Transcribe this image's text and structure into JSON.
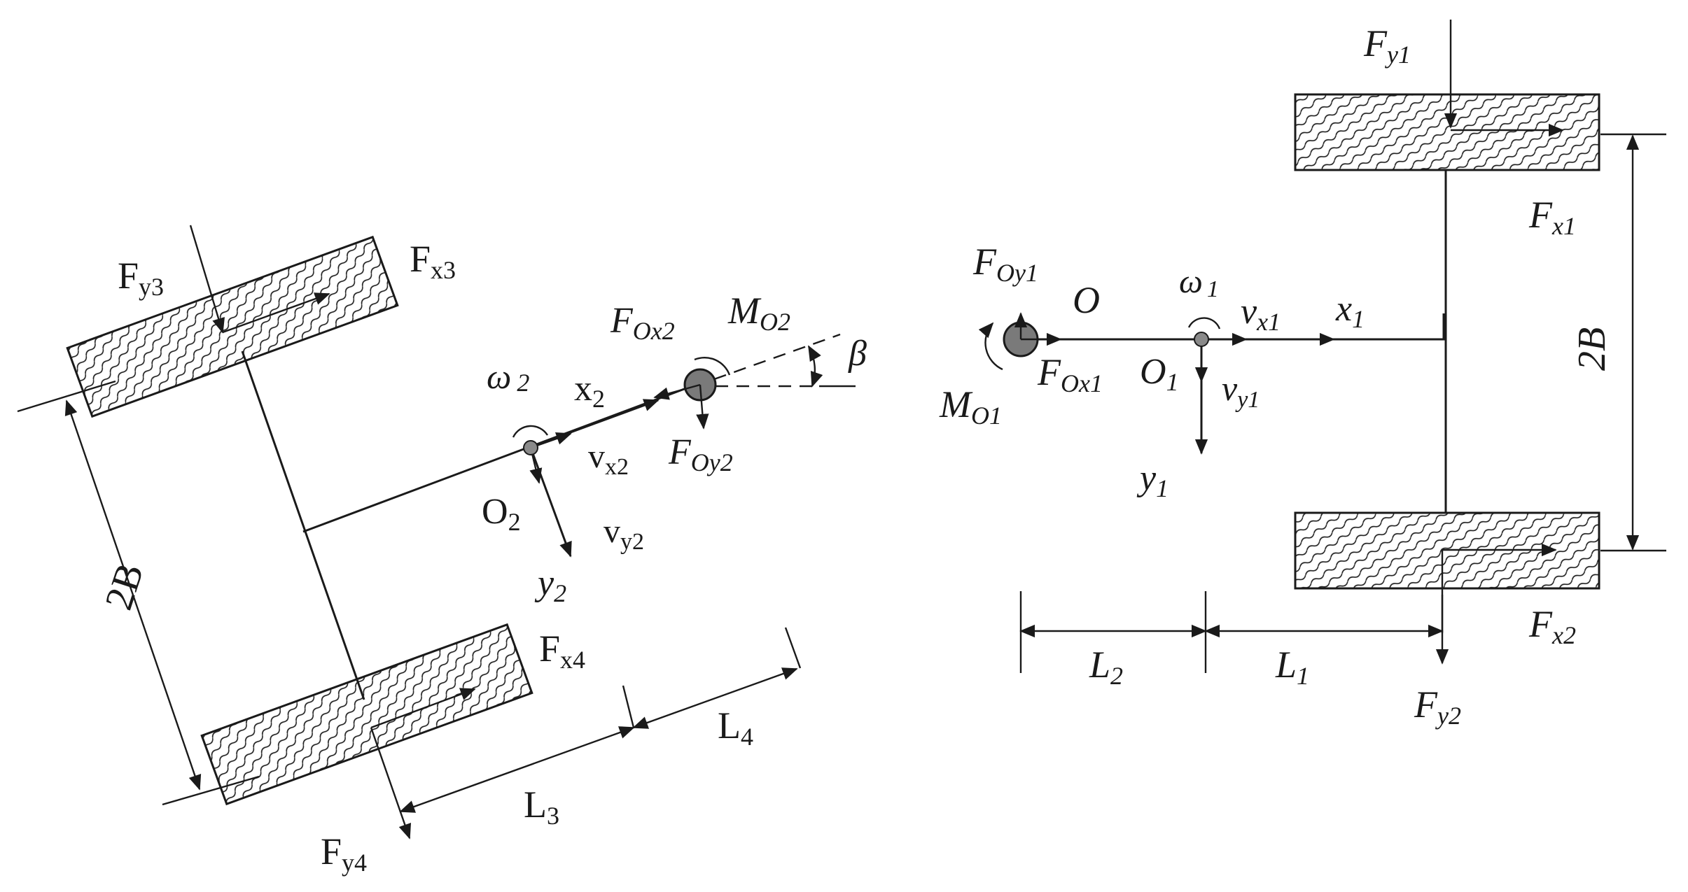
{
  "left": {
    "Fy3": {
      "main": "F",
      "sub": "y3"
    },
    "Fx3": {
      "main": "F",
      "sub": "x3"
    },
    "Fx4": {
      "main": "F",
      "sub": "x4"
    },
    "Fy4": {
      "main": "F",
      "sub": "y4"
    },
    "FOx2": {
      "main": "F",
      "sub": "Ox2"
    },
    "MO2": {
      "main": "M",
      "sub": "O2"
    },
    "beta": "β",
    "omega2": {
      "main": "ω",
      "sub": "2"
    },
    "x2": {
      "main": "x",
      "sub": "2"
    },
    "vx2": {
      "main": "v",
      "sub": "x2"
    },
    "FOy2": {
      "main": "F",
      "sub": "Oy2"
    },
    "O2": {
      "main": "O",
      "sub": "2"
    },
    "vy2": {
      "main": "v",
      "sub": "y2"
    },
    "y2": {
      "main": "y",
      "sub": "2"
    },
    "twoB": "2B",
    "L3": {
      "main": "L",
      "sub": "3"
    },
    "L4": {
      "main": "L",
      "sub": "4"
    }
  },
  "right": {
    "Fy1": {
      "main": "F",
      "sub": "y1"
    },
    "Fx1": {
      "main": "F",
      "sub": "x1"
    },
    "FOy1": {
      "main": "F",
      "sub": "Oy1"
    },
    "O": "O",
    "omega1": {
      "main": "ω",
      "sub": "1"
    },
    "vx1": {
      "main": "v",
      "sub": "x1"
    },
    "x1": {
      "main": "x",
      "sub": "1"
    },
    "MO1": {
      "main": "M",
      "sub": "O1"
    },
    "FOx1": {
      "main": "F",
      "sub": "Ox1"
    },
    "O1": {
      "main": "O",
      "sub": "1"
    },
    "vy1": {
      "main": "v",
      "sub": "y1"
    },
    "y1": {
      "main": "y",
      "sub": "1"
    },
    "twoB": "2B",
    "Fx2": {
      "main": "F",
      "sub": "x2"
    },
    "Fy2": {
      "main": "F",
      "sub": "y2"
    },
    "L2": {
      "main": "L",
      "sub": "2"
    },
    "L1": {
      "main": "L",
      "sub": "1"
    }
  }
}
